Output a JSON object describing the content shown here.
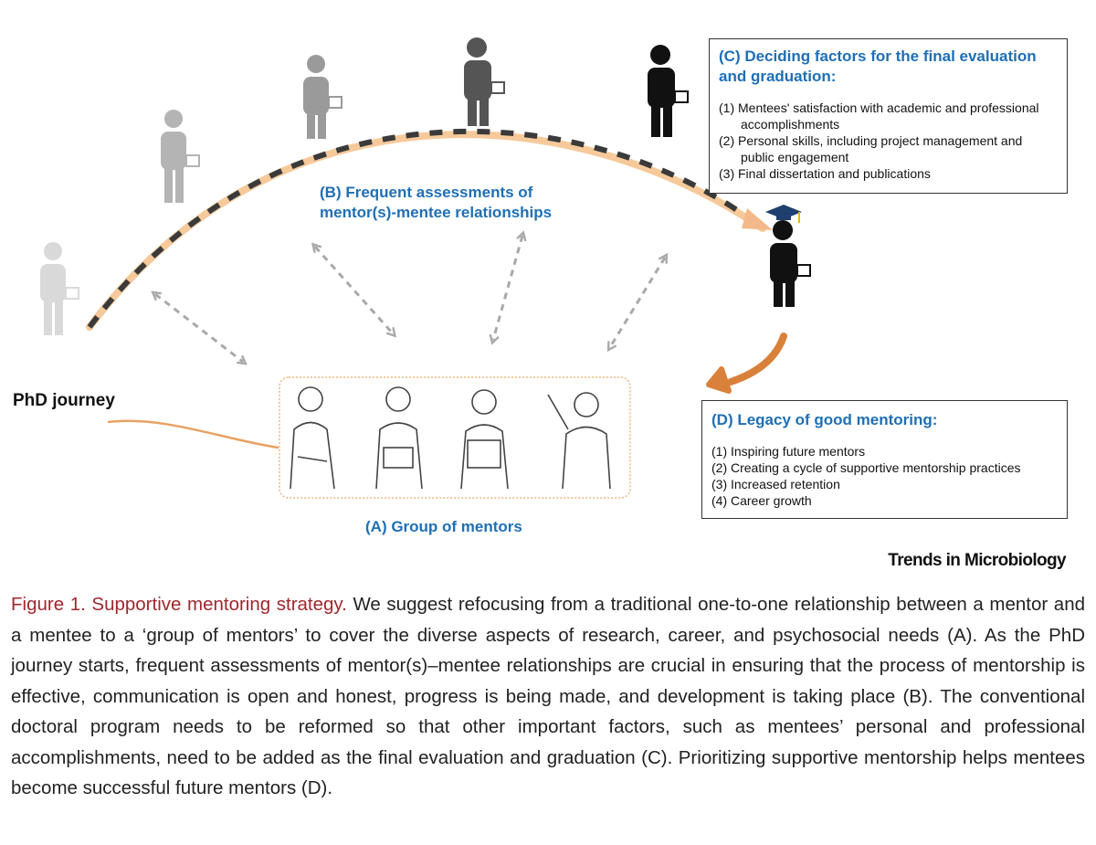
{
  "diagram": {
    "journey_label": "PhD journey",
    "assessments_label": "(B) Frequent assessments of\nmentor(s)-mentee relationships",
    "mentors_label": "(A) Group of mentors",
    "deciding_box": {
      "title": "(C) Deciding factors for the final evaluation and graduation:",
      "items": [
        "(1) Mentees' satisfaction with academic and professional accomplishments",
        "(2) Personal skills, including project management and public engagement",
        "(3) Final dissertation and publications"
      ]
    },
    "legacy_box": {
      "title": "(D) Legacy of good mentoring:",
      "items": [
        "(1) Inspiring future mentors",
        "(2) Creating a cycle of supportive mentorship practices",
        "(3) Increased retention",
        "(4) Career growth"
      ]
    },
    "colors": {
      "accent_blue": "#1f6fb5",
      "arrow_orange": "#e08a2c",
      "caption_title": "#a0272d"
    },
    "icons": [
      "person-with-briefcase-icon",
      "graduation-cap-icon",
      "mentor-illustration",
      "double-arrow-icon"
    ]
  },
  "credit": "Trends in Microbiology",
  "caption": {
    "title": "Figure 1. Supportive mentoring strategy.",
    "body": " We suggest refocusing from a traditional one-to-one relationship between a mentor and a mentee to a ‘group of mentors’ to cover the diverse aspects of research, career, and psychosocial needs (A). As the PhD journey starts, frequent assessments of mentor(s)–mentee relationships are crucial in ensuring that the process of mentorship is effective, communication is open and honest, progress is being made, and development is taking place (B). The conventional doctoral program needs to be reformed so that other important factors, such as mentees’ personal and professional accomplishments, need to be added as the final evaluation and graduation (C). Prioritizing supportive mentorship helps mentees become successful future mentors (D)."
  }
}
